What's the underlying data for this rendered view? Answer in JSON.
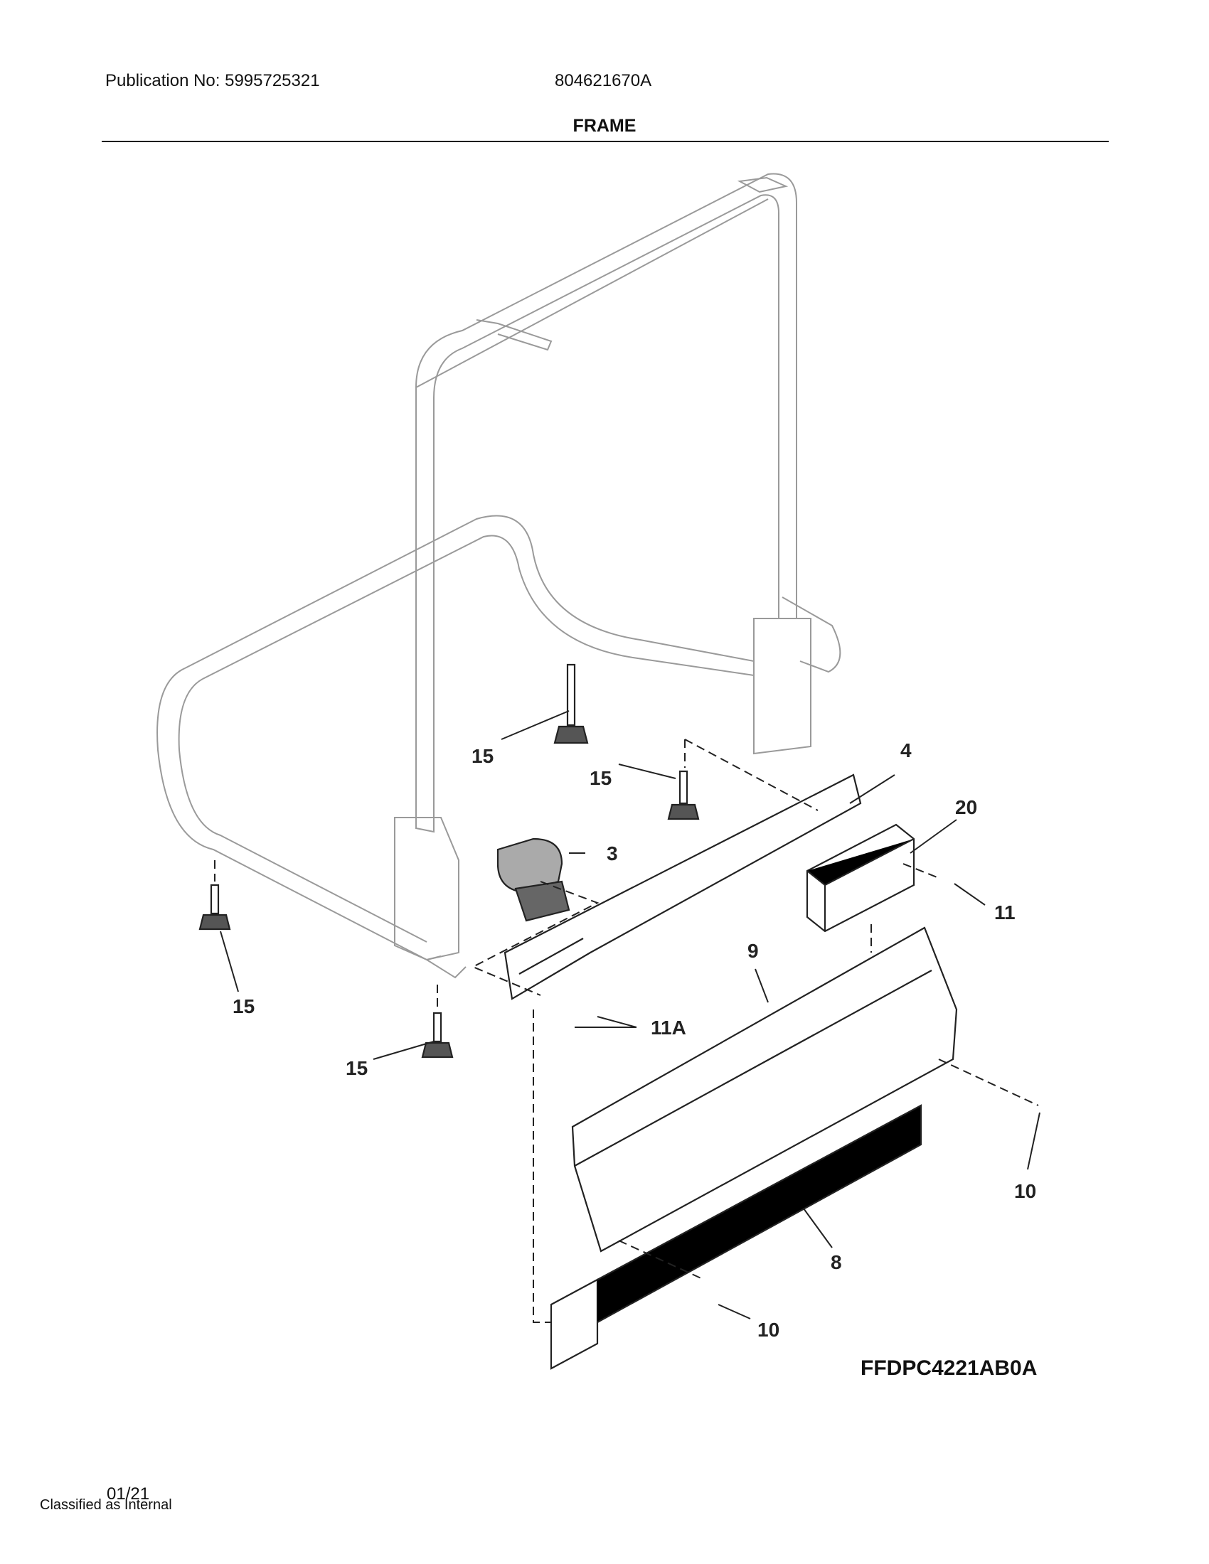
{
  "header": {
    "publication": "Publication No: 5995725321",
    "model_number": "804621670A",
    "title": "FRAME"
  },
  "diagram": {
    "callouts": [
      "15",
      "15",
      "4",
      "20",
      "3",
      "11",
      "9",
      "15",
      "11A",
      "15",
      "10",
      "8",
      "10"
    ]
  },
  "footer": {
    "diagram_code": "FFDPC4221AB0A",
    "date": "01/21",
    "classification": "Classified as Internal"
  }
}
